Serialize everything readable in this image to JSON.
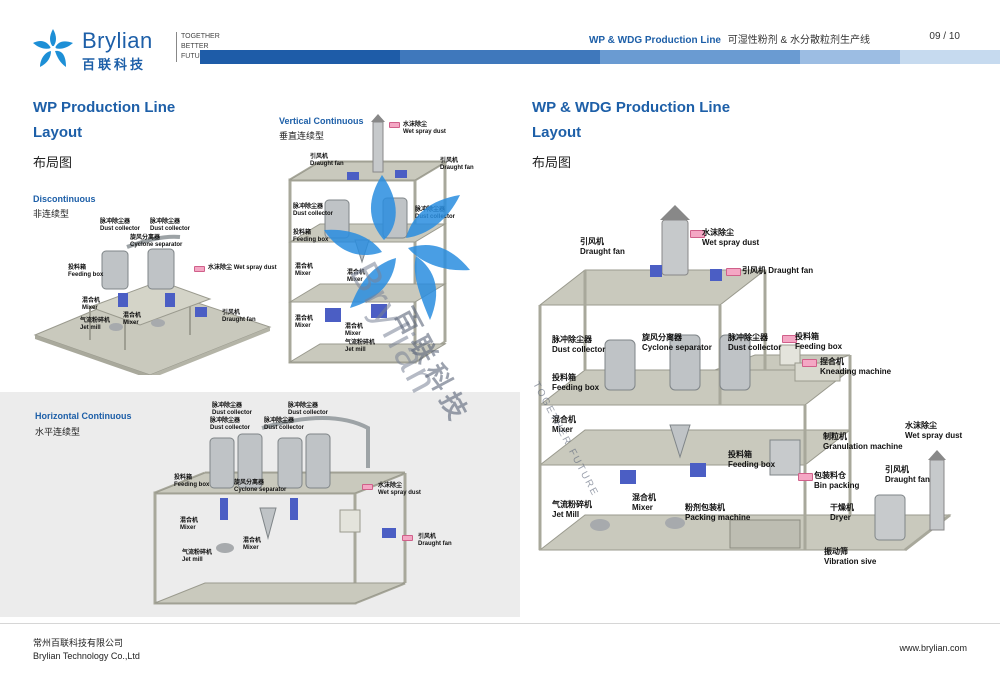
{
  "header": {
    "brand_name": "Brylian",
    "brand_cn": "百联科技",
    "slogan": [
      "TOGETHER",
      "BETTER",
      "FUTURE"
    ],
    "title_en": "WP & WDG Production Line",
    "title_cn": "可湿性粉剂 & 水分散粒剂生产线",
    "page": "09 / 10",
    "bar_colors": [
      "#1e5ca8",
      "#3f78bc",
      "#6a9bd2",
      "#9cbde3",
      "#c6daef"
    ]
  },
  "left": {
    "title_line1": "WP Production Line",
    "title_line2": "Layout",
    "title_cn": "布局图",
    "discontinuous_en": "Discontinuous",
    "discontinuous_cn": "非连续型",
    "vertical_en": "Vertical Continuous",
    "vertical_cn": "垂直连续型",
    "horizontal_en": "Horizontal Continuous",
    "horizontal_cn": "水平连续型"
  },
  "right": {
    "title_line1": "WP & WDG Production Line",
    "title_line2": "Layout",
    "title_cn": "布局图"
  },
  "disc_labels": {
    "dust1_cn": "脉冲除尘器",
    "dust1_en": "Dust collector",
    "dust2_cn": "脉冲除尘器",
    "dust2_en": "Dust collector",
    "cyclone_cn": "旋风分离器",
    "cyclone_en": "Cyclone separator",
    "feed_cn": "投料箱",
    "feed_en": "Feeding box",
    "spray_cn": "水沫除尘",
    "spray_en": "Wet spray dust",
    "mixer_cn": "混合机",
    "mixer_en": "Mixer",
    "mixer2_cn": "混合机",
    "mixer2_en": "Mixer",
    "jet_cn": "气流粉碎机",
    "jet_en": "Jet mill",
    "fan_cn": "引风机",
    "fan_en": "Draught fan"
  },
  "vert_labels": {
    "spray_cn": "水沫除尘",
    "spray_en": "Wet spray dust",
    "fan1_cn": "引风机",
    "fan1_en": "Draught fan",
    "fan2_cn": "引风机",
    "fan2_en": "Draught fan",
    "dust1_cn": "脉冲除尘器",
    "dust1_en": "Dust collector",
    "dust2_cn": "脉冲除尘器",
    "dust2_en": "Dust collector",
    "feed_cn": "投料箱",
    "feed_en": "Feeding box",
    "mixer1_cn": "混合机",
    "mixer1_en": "Mixer",
    "mixer2_cn": "混合机",
    "mixer2_en": "Mixer",
    "mixer3_cn": "混合机",
    "mixer3_en": "Mixer",
    "mixer4_cn": "混合机",
    "mixer4_en": "Mixer",
    "jet_cn": "气流粉碎机",
    "jet_en": "Jet mill"
  },
  "horiz_labels": {
    "dust1_cn": "脉冲除尘器",
    "dust1_en": "Dust collector",
    "dust2_cn": "脉冲除尘器",
    "dust2_en": "Dust collector",
    "dust3_cn": "脉冲除尘器",
    "dust3_en": "Dust collector",
    "dust4_cn": "脉冲除尘器",
    "dust4_en": "Dust collector",
    "feed_cn": "投料箱",
    "feed_en": "Feeding box",
    "cyclone_cn": "旋风分离器",
    "cyclone_en": "Cyclone separator",
    "spray_cn": "水沫除尘",
    "spray_en": "Wet spray dust",
    "mixer1_cn": "混合机",
    "mixer1_en": "Mixer",
    "mixer2_cn": "混合机",
    "mixer2_en": "Mixer",
    "jet_cn": "气流粉碎机",
    "jet_en": "Jet mill",
    "fan_cn": "引风机",
    "fan_en": "Draught fan"
  },
  "big_labels": {
    "spray1_cn": "水沫除尘",
    "spray1_en": "Wet spray dust",
    "fan1_cn": "引风机",
    "fan1_en": "Draught fan",
    "fan2_cn": "引风机",
    "fan2_en": "Draught fan",
    "dust1_cn": "脉冲除尘器",
    "dust1_en": "Dust collector",
    "cyclone_cn": "旋风分离器",
    "cyclone_en": "Cyclone separator",
    "dust2_cn": "脉冲除尘器",
    "dust2_en": "Dust collector",
    "feed1_cn": "投料箱",
    "feed1_en": "Feeding box",
    "feed2_cn": "投料箱",
    "feed2_en": "Feeding box",
    "feed3_cn": "投料箱",
    "feed3_en": "Feeding box",
    "knead_cn": "捏合机",
    "knead_en": "Kneading machine",
    "mixer1_cn": "混合机",
    "mixer1_en": "Mixer",
    "mixer2_cn": "混合机",
    "mixer2_en": "Mixer",
    "gran_cn": "制粒机",
    "gran_en": "Granulation machine",
    "spray2_cn": "水沫除尘",
    "spray2_en": "Wet spray dust",
    "binpack_cn": "包装料仓",
    "binpack_en": "Bin packing",
    "fan3_cn": "引风机",
    "fan3_en": "Draught fan",
    "jet_cn": "气流粉碎机",
    "jet_en": "Jet Mill",
    "pack_cn": "粉剂包装机",
    "pack_en": "Packing machine",
    "dryer_cn": "干燥机",
    "dryer_en": "Dryer",
    "sieve_cn": "振动筛",
    "sieve_en": "Vibration sive"
  },
  "watermark": {
    "text": "Brylian",
    "cn": "百联科技",
    "slogan": "TOGETHER FUTURE"
  },
  "footer": {
    "company_cn": "常州百联科技有限公司",
    "company_en": "Brylian Technology Co.,Ltd",
    "url": "www.brylian.com"
  },
  "colors": {
    "brand_blue": "#1d5fa8",
    "frame": "#b7b7ab",
    "floor": "#c9c9bd",
    "arrow_pink": "#f4a7c4"
  }
}
